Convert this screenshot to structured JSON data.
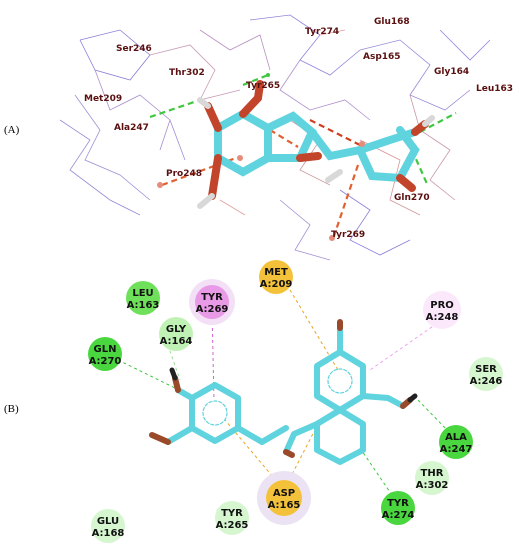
{
  "panels": {
    "a": {
      "label": "(A)"
    },
    "b": {
      "label": "(B)"
    }
  },
  "colors": {
    "conventional_hbond": "#3fc83f",
    "carbon_hbond": "#b8e8b0",
    "pi_sulfur_pi_anion": "#e9a620",
    "pi_alkyl": "#f0a0f0",
    "ligand_carbon": "#5fd3de",
    "ligand_oxygen": "#c2452b"
  },
  "panel_a_residues": [
    "Tyr274",
    "Glu168",
    "Ser246",
    "Thr302",
    "Asp165",
    "Gly164",
    "Met209",
    "Tyr265",
    "Leu163",
    "Ala247",
    "Pro248",
    "Gln270",
    "Tyr269"
  ],
  "panel_b_residues": [
    {
      "name": "MET",
      "chain": "A:209",
      "kind": "pi_sulfur"
    },
    {
      "name": "LEU",
      "chain": "A:163",
      "kind": "vdw"
    },
    {
      "name": "TYR",
      "chain": "A:269",
      "kind": "pi_alkyl"
    },
    {
      "name": "PRO",
      "chain": "A:248",
      "kind": "pi_alkyl_light"
    },
    {
      "name": "GLY",
      "chain": "A:164",
      "kind": "vdw"
    },
    {
      "name": "GLN",
      "chain": "A:270",
      "kind": "hbond"
    },
    {
      "name": "SER",
      "chain": "A:246",
      "kind": "vdw"
    },
    {
      "name": "ALA",
      "chain": "A:247",
      "kind": "hbond"
    },
    {
      "name": "THR",
      "chain": "A:302",
      "kind": "vdw"
    },
    {
      "name": "TYR",
      "chain": "A:274",
      "kind": "hbond"
    },
    {
      "name": "ASP",
      "chain": "A:165",
      "kind": "pi_anion"
    },
    {
      "name": "TYR",
      "chain": "A:265",
      "kind": "vdw"
    },
    {
      "name": "GLU",
      "chain": "A:168",
      "kind": "vdw"
    }
  ]
}
